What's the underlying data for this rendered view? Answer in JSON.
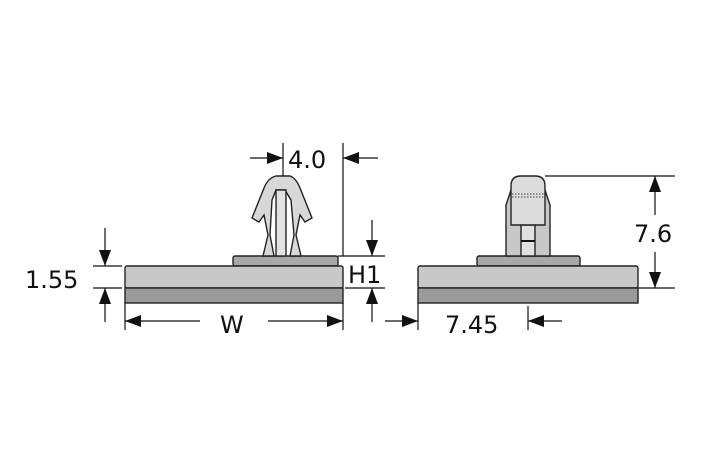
{
  "labels": {
    "thickness": "1.55",
    "clip_width": "4.0",
    "height_h1": "H1",
    "width_w": "W",
    "offset": "7.45",
    "total_height": "7.6"
  },
  "colors": {
    "plate_light": "#c8c8c8",
    "plate_dark": "#9a9a9a",
    "clip": "#d8d8d8",
    "line": "#111111"
  }
}
